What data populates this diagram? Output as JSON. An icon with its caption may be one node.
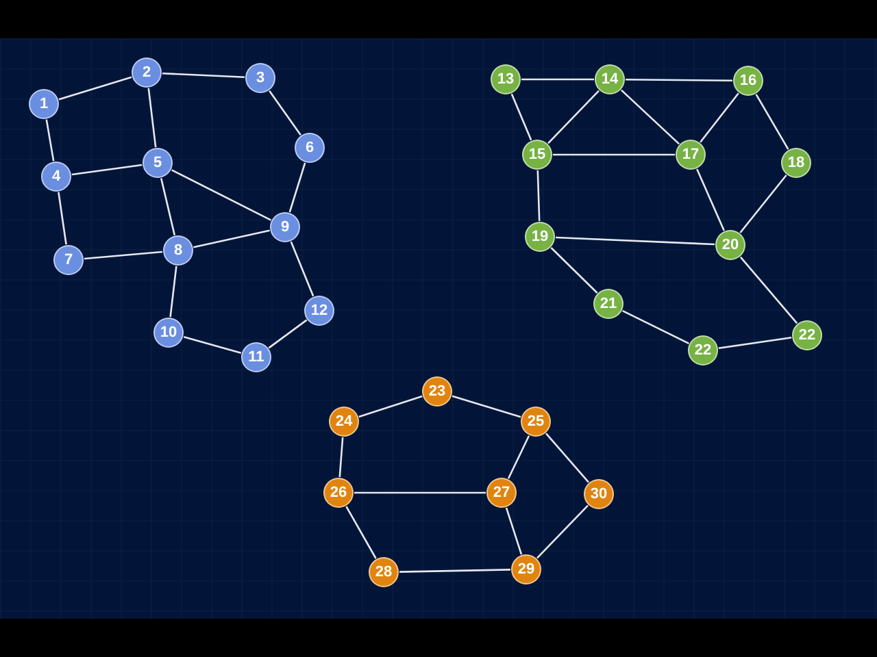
{
  "diagram": {
    "nodes": [
      {
        "text": [
          "1"
        ]
      },
      {
        "text": [
          "2"
        ]
      },
      {
        "text": [
          "3"
        ]
      },
      {
        "text": [
          "4"
        ]
      },
      {
        "text": [
          "5"
        ]
      },
      {
        "text": [
          "6"
        ]
      },
      {
        "text": [
          "7"
        ]
      },
      {
        "text": [
          "8"
        ]
      },
      {
        "text": [
          "9"
        ]
      },
      {
        "text": [
          "10"
        ]
      },
      {
        "text": [
          "11"
        ]
      },
      {
        "text": [
          "12"
        ]
      },
      {
        "text": [
          "13"
        ]
      },
      {
        "text": [
          "14"
        ]
      },
      {
        "text": [
          "15"
        ]
      },
      {
        "text": [
          "16"
        ]
      },
      {
        "text": [
          "17"
        ]
      },
      {
        "text": [
          "18"
        ]
      },
      {
        "text": [
          "19"
        ]
      },
      {
        "text": [
          "20"
        ]
      },
      {
        "text": [
          "21"
        ]
      },
      {
        "text": [
          "22"
        ]
      },
      {
        "text": [
          "22"
        ]
      },
      {
        "text": [
          "23"
        ]
      },
      {
        "text": [
          "24"
        ]
      },
      {
        "text": [
          "25"
        ]
      },
      {
        "text": [
          "26"
        ]
      },
      {
        "text": [
          "27"
        ]
      },
      {
        "text": [
          "28"
        ]
      },
      {
        "text": [
          "29"
        ]
      },
      {
        "text": [
          "30"
        ]
      }
    ],
    "edges": [
      {
        "from": 0,
        "to": 1,
        "arrow": "none"
      },
      {
        "from": 1,
        "to": 2,
        "arrow": "none"
      },
      {
        "from": 0,
        "to": 3,
        "arrow": "none"
      },
      {
        "from": 1,
        "to": 4,
        "arrow": "none"
      },
      {
        "from": 2,
        "to": 5,
        "arrow": "none"
      },
      {
        "from": 3,
        "to": 4,
        "arrow": "none"
      },
      {
        "from": 4,
        "to": 8,
        "arrow": "none"
      },
      {
        "from": 4,
        "to": 7,
        "arrow": "none"
      },
      {
        "from": 3,
        "to": 6,
        "arrow": "none"
      },
      {
        "from": 5,
        "to": 8,
        "arrow": "none"
      },
      {
        "from": 6,
        "to": 7,
        "arrow": "none"
      },
      {
        "from": 7,
        "to": 8,
        "arrow": "none"
      },
      {
        "from": 7,
        "to": 9,
        "arrow": "none"
      },
      {
        "from": 8,
        "to": 11,
        "arrow": "none"
      },
      {
        "from": 9,
        "to": 10,
        "arrow": "none"
      },
      {
        "from": 10,
        "to": 11,
        "arrow": "none"
      },
      {
        "from": 12,
        "to": 13,
        "arrow": "none"
      },
      {
        "from": 13,
        "to": 15,
        "arrow": "none"
      },
      {
        "from": 12,
        "to": 14,
        "arrow": "none"
      },
      {
        "from": 13,
        "to": 14,
        "arrow": "none"
      },
      {
        "from": 13,
        "to": 16,
        "arrow": "none"
      },
      {
        "from": 15,
        "to": 16,
        "arrow": "none"
      },
      {
        "from": 14,
        "to": 16,
        "arrow": "none"
      },
      {
        "from": 15,
        "to": 17,
        "arrow": "none"
      },
      {
        "from": 14,
        "to": 18,
        "arrow": "none"
      },
      {
        "from": 16,
        "to": 19,
        "arrow": "none"
      },
      {
        "from": 17,
        "to": 19,
        "arrow": "none"
      },
      {
        "from": 18,
        "to": 19,
        "arrow": "none"
      },
      {
        "from": 18,
        "to": 20,
        "arrow": "none"
      },
      {
        "from": 20,
        "to": 21,
        "arrow": "none"
      },
      {
        "from": 19,
        "to": 22,
        "arrow": "none"
      },
      {
        "from": 21,
        "to": 22,
        "arrow": "none"
      },
      {
        "from": 23,
        "to": 24,
        "arrow": "none"
      },
      {
        "from": 23,
        "to": 25,
        "arrow": "none"
      },
      {
        "from": 24,
        "to": 26,
        "arrow": "none"
      },
      {
        "from": 25,
        "to": 27,
        "arrow": "none"
      },
      {
        "from": 25,
        "to": 30,
        "arrow": "none"
      },
      {
        "from": 26,
        "to": 27,
        "arrow": "none"
      },
      {
        "from": 26,
        "to": 28,
        "arrow": "none"
      },
      {
        "from": 27,
        "to": 29,
        "arrow": "none"
      },
      {
        "from": 28,
        "to": 29,
        "arrow": "none"
      },
      {
        "from": 29,
        "to": 30,
        "arrow": "none"
      }
    ]
  }
}
